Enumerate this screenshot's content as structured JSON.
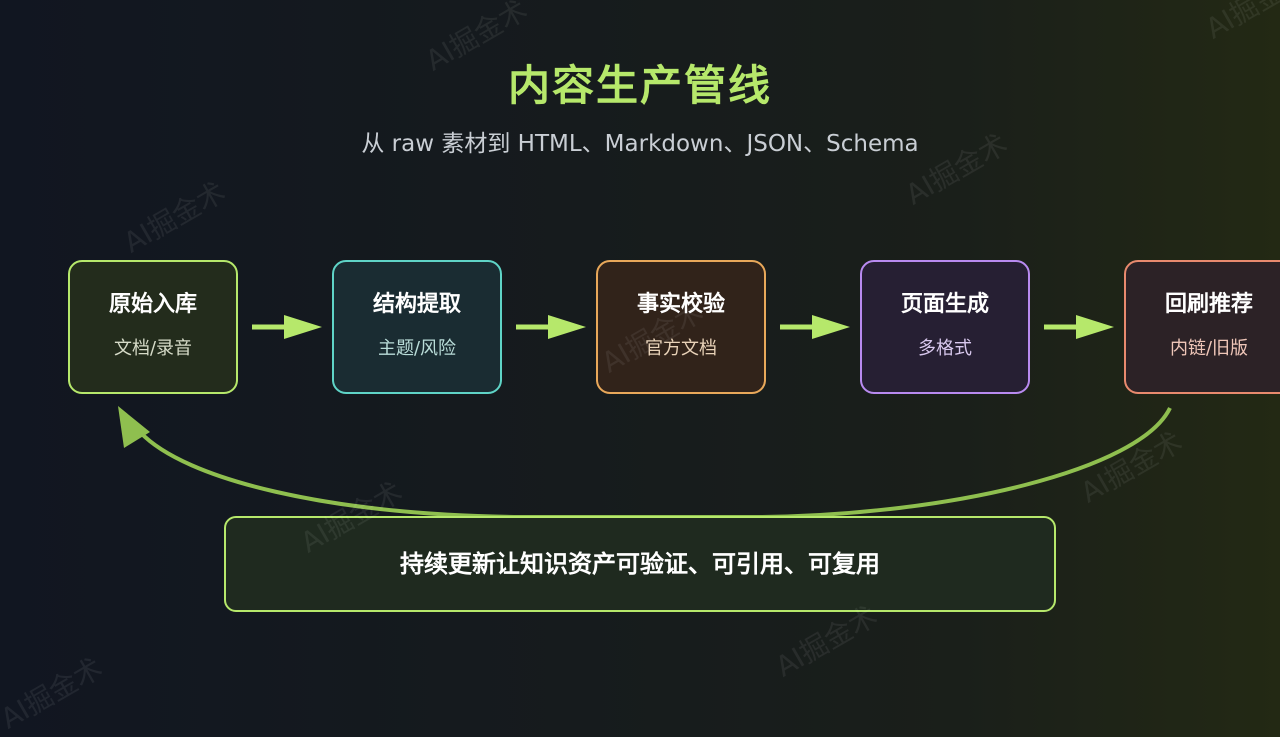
{
  "header": {
    "title": "内容生产管线",
    "subtitle": "从 raw 素材到 HTML、Markdown、JSON、Schema"
  },
  "stages": [
    {
      "name": "原始入库",
      "desc": "文档/录音",
      "color": "#b6e86b"
    },
    {
      "name": "结构提取",
      "desc": "主题/风险",
      "color": "#5fd4c7"
    },
    {
      "name": "事实校验",
      "desc": "官方文档",
      "color": "#e8a85a"
    },
    {
      "name": "页面生成",
      "desc": "多格式",
      "color": "#b88af0"
    },
    {
      "name": "回刷推荐",
      "desc": "内链/旧版",
      "color": "#e88a6e"
    }
  ],
  "callout": {
    "text": "持续更新让知识资产可验证、可引用、可复用"
  },
  "watermark": "AI掘金术",
  "colors": {
    "accent": "#b6e86b",
    "arrow": "#b6e86b",
    "loop": "#8fbf4f"
  }
}
